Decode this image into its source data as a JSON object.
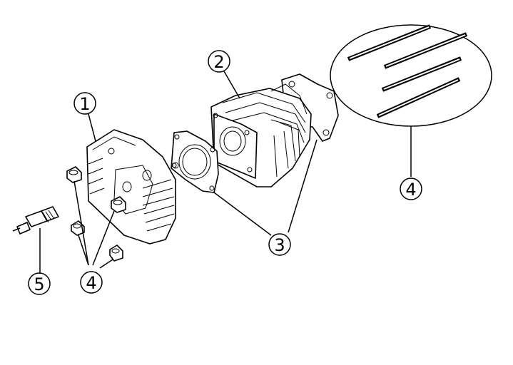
{
  "callouts": [
    {
      "id": "c1",
      "number": "1"
    },
    {
      "id": "c2",
      "number": "2"
    },
    {
      "id": "c3",
      "number": "3"
    },
    {
      "id": "c4a",
      "number": "4"
    },
    {
      "id": "c4b",
      "number": "4"
    },
    {
      "id": "c5",
      "number": "5"
    }
  ]
}
